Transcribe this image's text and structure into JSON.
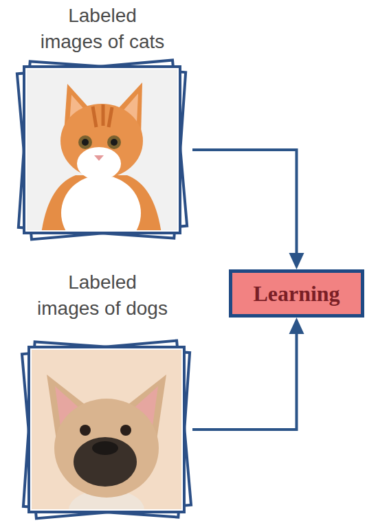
{
  "diagram": {
    "nodes": [
      {
        "text": [
          "Labeled images of cats"
        ]
      },
      {
        "text": [
          "Labeled images of dogs"
        ]
      },
      {
        "text": [
          "Learning"
        ]
      }
    ],
    "edges": [
      {
        "from": 0,
        "to": 2,
        "arrow": "to"
      },
      {
        "from": 1,
        "to": 2,
        "arrow": "to"
      }
    ]
  }
}
